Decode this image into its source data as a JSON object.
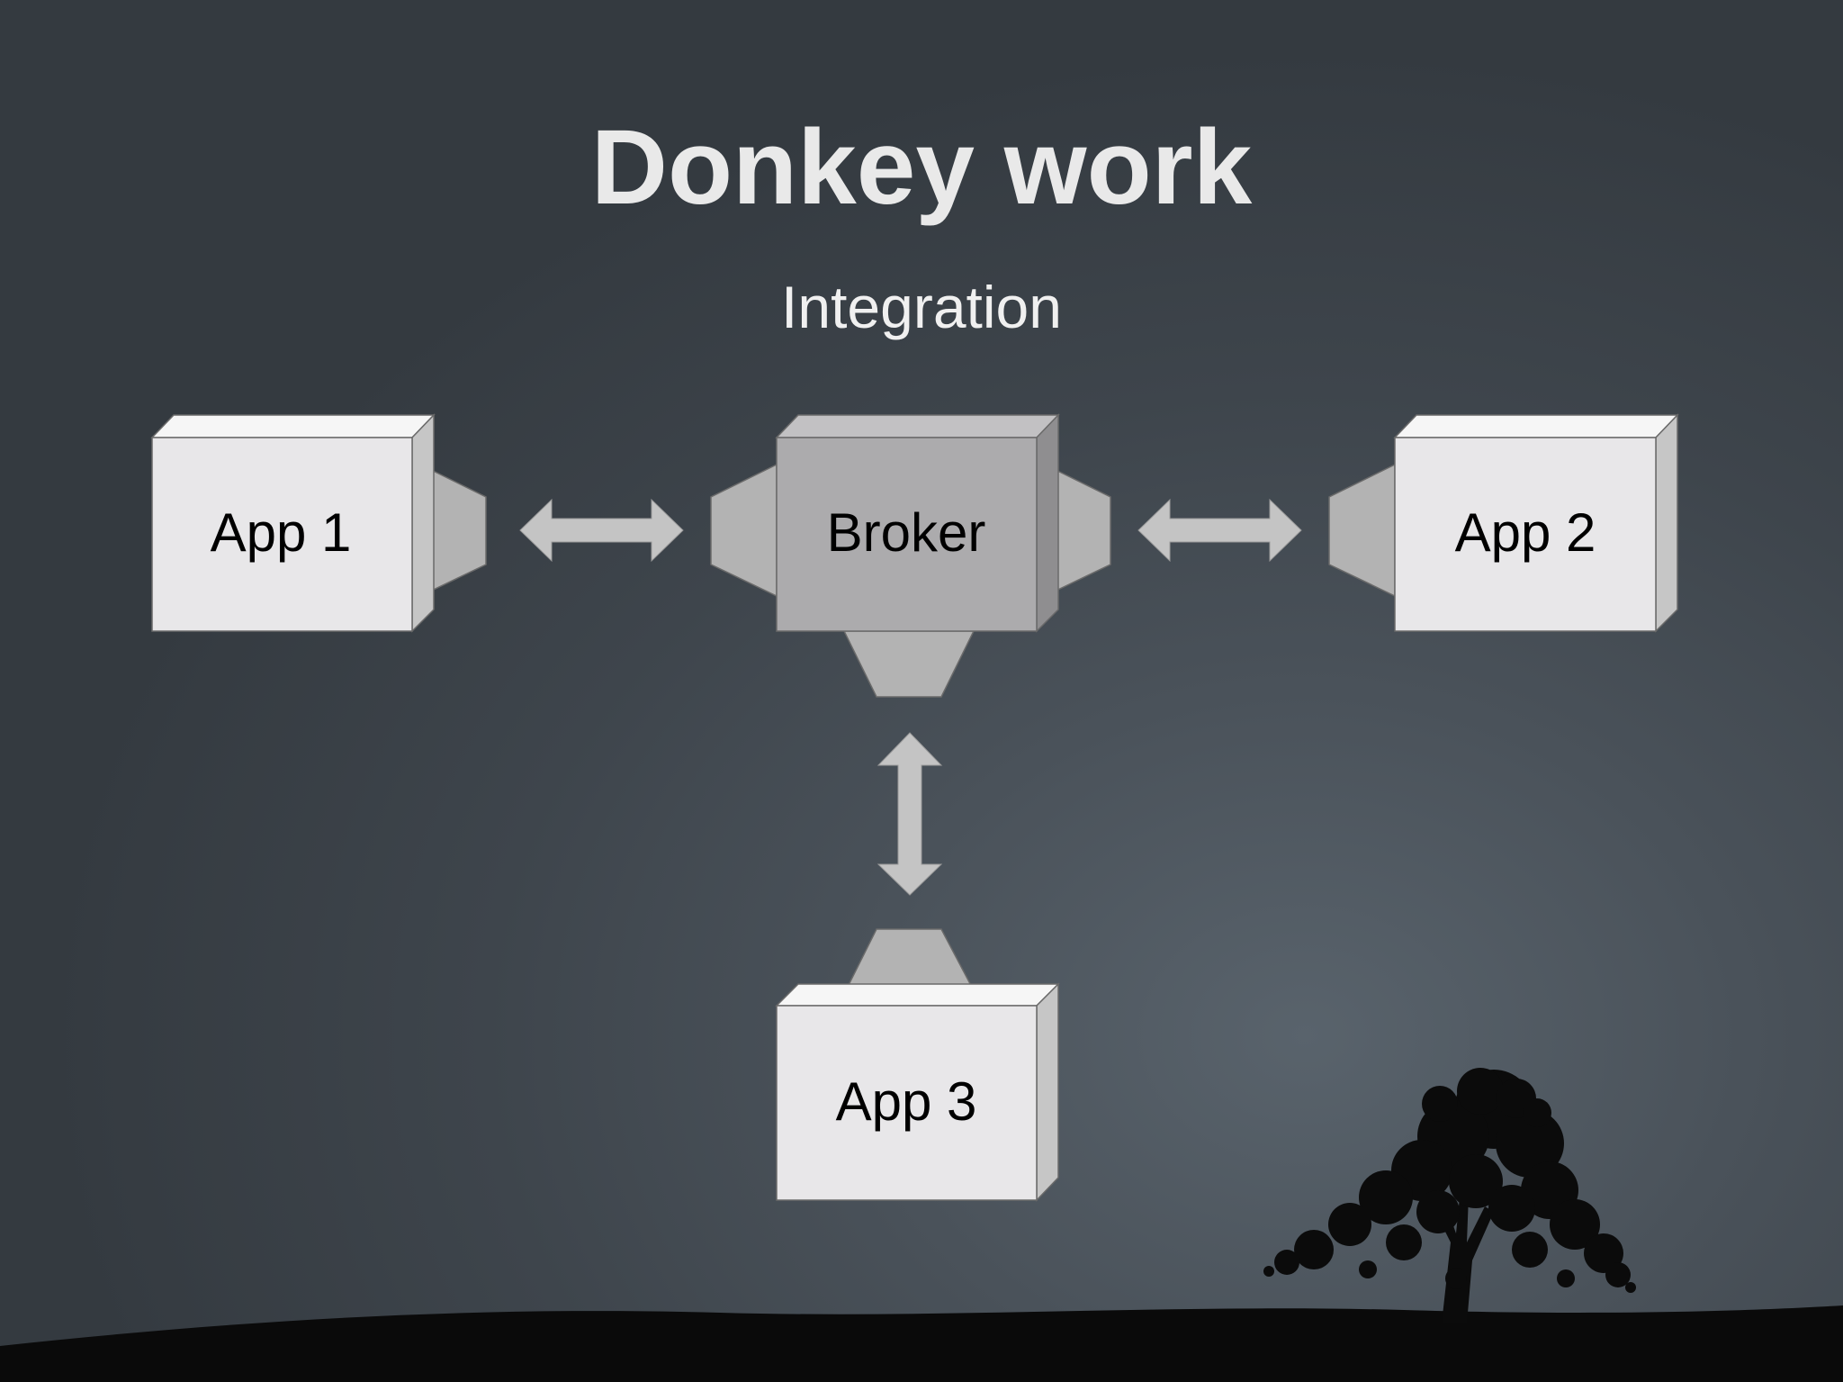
{
  "slide": {
    "title": "Donkey work",
    "subtitle": "Integration"
  },
  "diagram": {
    "nodes": [
      {
        "id": "app1",
        "label": "App 1"
      },
      {
        "id": "broker",
        "label": "Broker"
      },
      {
        "id": "app2",
        "label": "App 2"
      },
      {
        "id": "app3",
        "label": "App 3"
      }
    ],
    "connections": [
      {
        "from": "app1",
        "to": "broker",
        "direction": "bidirectional"
      },
      {
        "from": "broker",
        "to": "app2",
        "direction": "bidirectional"
      },
      {
        "from": "broker",
        "to": "app3",
        "direction": "bidirectional"
      }
    ]
  },
  "colors": {
    "app_box_face": "#e8e7e9",
    "broker_box_face": "#acabad",
    "connector": "#aaaaaa",
    "arrow": "#c4c4c4",
    "tree": "#0b0b0b"
  }
}
